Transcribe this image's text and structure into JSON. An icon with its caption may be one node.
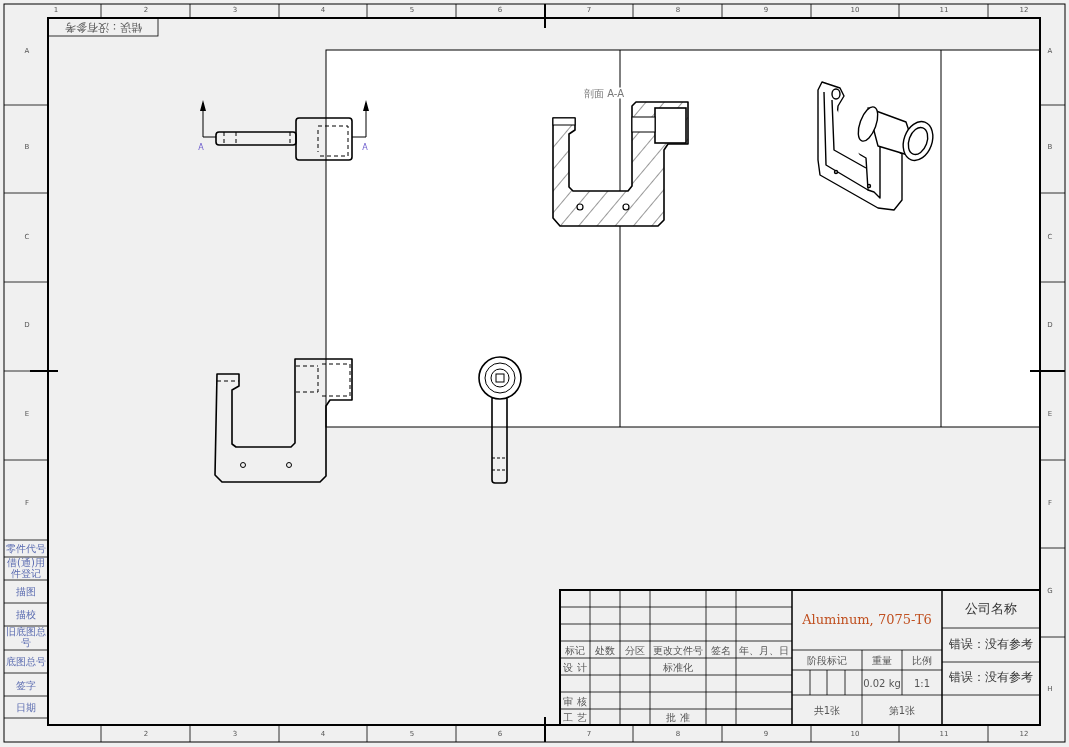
{
  "diagram": {
    "labels": [
      "1",
      "2",
      "3",
      "4",
      "5",
      "6",
      "7",
      "8",
      "9",
      "10",
      "11",
      "12",
      "错误：没有参考",
      "A",
      "B",
      "C",
      "D",
      "E",
      "F",
      "A",
      "B",
      "C",
      "D",
      "E",
      "F",
      "G",
      "H",
      "A",
      "A",
      "剖面 A-A",
      "零件代号",
      "借(通)用件登记",
      "描图",
      "描校",
      "旧底图总号",
      "底图总号",
      "签字",
      "日期",
      "Aluminum, 7075-T6",
      "公司名称",
      "错误：没有参考",
      "错误：没有参考",
      "标记",
      "处数",
      "分区",
      "更改文件号",
      "签名",
      "年、月、日",
      "设 计",
      "标准化",
      "阶段标记",
      "重量",
      "比例",
      "审 核",
      "0.02 kg",
      "1:1",
      "工 艺",
      "批 准",
      "共1张",
      "第1张",
      "2",
      "3",
      "4",
      "5",
      "6",
      "7",
      "8",
      "9",
      "10",
      "11",
      "12"
    ]
  }
}
